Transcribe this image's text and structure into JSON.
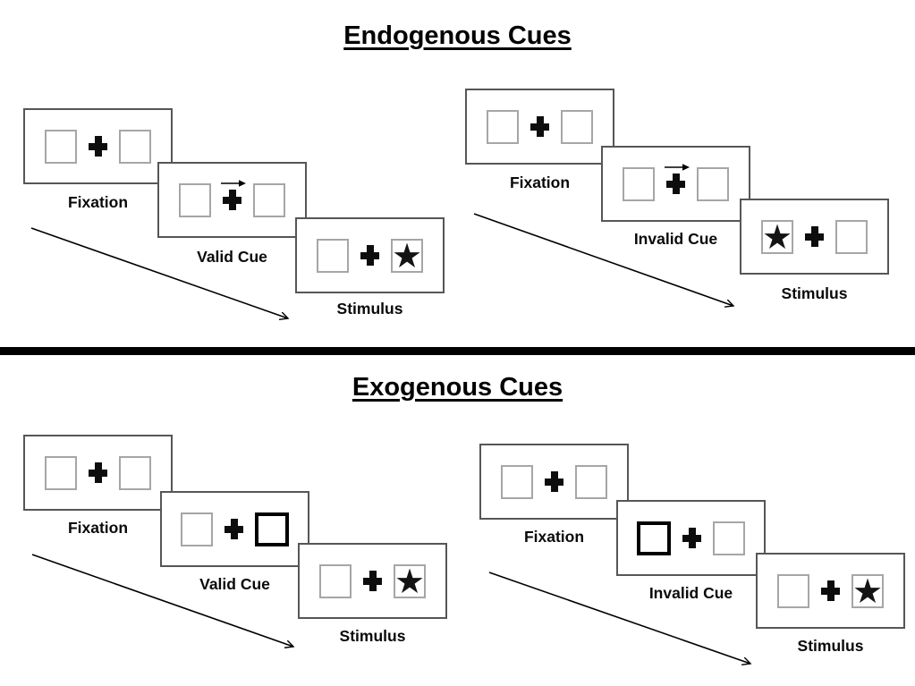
{
  "sections": [
    {
      "title": "Endogenous Cues",
      "panels": [
        {
          "name": "endogenous-valid",
          "fixation_label": "Fixation",
          "cue_label": "Valid Cue",
          "stimulus_label": "Stimulus",
          "cue_type": "central-arrow",
          "cue_direction": "right",
          "star_side": "right"
        },
        {
          "name": "endogenous-invalid",
          "fixation_label": "Fixation",
          "cue_label": "Invalid Cue",
          "stimulus_label": "Stimulus",
          "cue_type": "central-arrow",
          "cue_direction": "right",
          "star_side": "left"
        }
      ]
    },
    {
      "title": "Exogenous Cues",
      "panels": [
        {
          "name": "exogenous-valid",
          "fixation_label": "Fixation",
          "cue_label": "Valid Cue",
          "stimulus_label": "Stimulus",
          "cue_type": "peripheral-box-highlight",
          "cue_side": "right",
          "star_side": "right"
        },
        {
          "name": "exogenous-invalid",
          "fixation_label": "Fixation",
          "cue_label": "Invalid Cue",
          "stimulus_label": "Stimulus",
          "cue_type": "peripheral-box-highlight",
          "cue_side": "left",
          "star_side": "right"
        }
      ]
    }
  ],
  "glyphs": {
    "star": "★"
  },
  "colors": {
    "card_border": "#565656",
    "square_border": "#a6a6a6",
    "cue_box_border": "#000000",
    "ink": "#000000",
    "divider": "#000000"
  }
}
